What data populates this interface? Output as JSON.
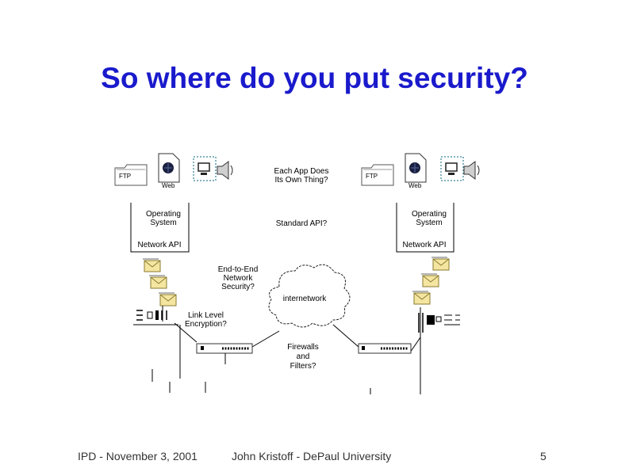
{
  "slide": {
    "title": "So where do you put security?"
  },
  "diagram": {
    "app_question": [
      "Each App Does",
      "Its Own Thing?"
    ],
    "ftp_label": "FTP",
    "web_label": "Web",
    "os_label": [
      "Operating",
      "System"
    ],
    "api_question": "Standard API?",
    "network_api": "Network API",
    "e2e_question": [
      "End-to-End",
      "Network",
      "Security?"
    ],
    "internetwork": "internetwork",
    "link_question": [
      "Link Level",
      "Encryption?"
    ],
    "firewall_question": [
      "Firewalls",
      "and",
      "Filters?"
    ]
  },
  "footer": {
    "left": "IPD - November 3, 2001",
    "center": "John Kristoff - DePaul University",
    "page": "5"
  },
  "colors": {
    "title": "#1a1acc",
    "envelope": "#f4e6a0",
    "lines": "#000000"
  }
}
